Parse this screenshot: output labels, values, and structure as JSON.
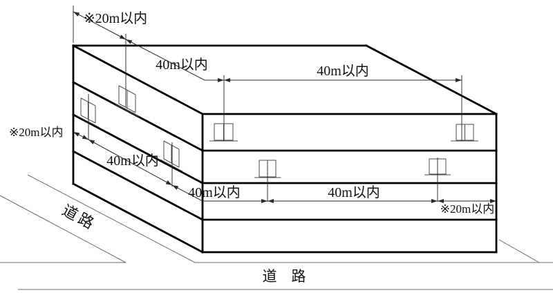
{
  "diagram": {
    "kind": "building-access-dimension-diagram",
    "accent_color": "#000000",
    "labels": {
      "setback_top": "※20m以内",
      "interval_top_diag": "40m以内",
      "interval_top_horiz": "40m以内",
      "setback_left": "※20m以内",
      "interval_left_facade": "40m以内",
      "interval_front_lower_left": "40m以内",
      "interval_front_lower_right": "40m以内",
      "setback_lower_right": "※20m以内",
      "road_diagonal": "道路",
      "road_bottom": "道　路"
    }
  }
}
